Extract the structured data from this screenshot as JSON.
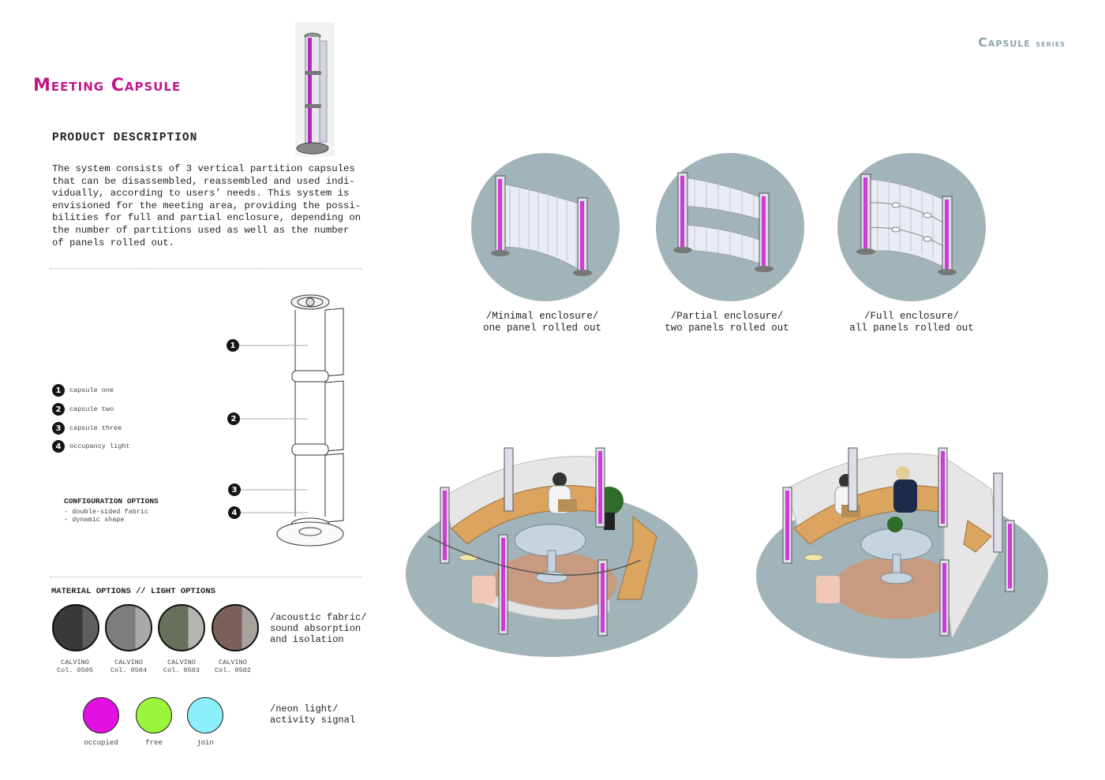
{
  "header": {
    "title": "Meeting Capsule",
    "series_main": "Capsule",
    "series_sub": "series"
  },
  "description": {
    "heading": "PRODUCT DESCRIPTION",
    "body": "The system consists of 3 vertical partition capsules\nthat can be disassembled, reassembled and used indi-\nvidually, according to users’ needs. This system is\nenvisioned for the meeting area, providing the possi-\nbilities for full and partial enclosure, depending on\nthe number of partitions used as well as the number\nof panels rolled out."
  },
  "legend": [
    {
      "num": "1",
      "label": "capsule one"
    },
    {
      "num": "2",
      "label": "capsule two"
    },
    {
      "num": "3",
      "label": "capsule three"
    },
    {
      "num": "4",
      "label": "occupancy light"
    }
  ],
  "callouts": [
    "1",
    "2",
    "3",
    "4"
  ],
  "configuration": {
    "heading": "CONFIGURATION OPTIONS",
    "items": [
      "- double-sided fabric",
      "- dynamic shape"
    ]
  },
  "materials": {
    "heading": "MATERIAL OPTIONS // LIGHT OPTIONS",
    "swatches": [
      {
        "name": "CALVINO",
        "code": "Col. 0505",
        "color": "#3a3a3a",
        "edge": "#5e5e5e"
      },
      {
        "name": "CALVINO",
        "code": "Col. 0504",
        "color": "#7d7d7d",
        "edge": "#a9a9a9"
      },
      {
        "name": "CALVINO",
        "code": "Col. 0503",
        "color": "#67705a",
        "edge": "#b6b6b0"
      },
      {
        "name": "CALVINO",
        "code": "Col. 0502",
        "color": "#7a6058",
        "edge": "#a8a29e"
      }
    ],
    "fabric_note": "/acoustic fabric/\nsound absorption\nand isolation"
  },
  "lights": {
    "options": [
      {
        "label": "occupied",
        "color": "#e310e3"
      },
      {
        "label": "free",
        "color": "#9bf53a"
      },
      {
        "label": "join",
        "color": "#8cf0fa"
      }
    ],
    "note": "/neon light/\nactivity signal"
  },
  "enclosures": [
    {
      "caption": "/Minimal enclosure/\none panel rolled out"
    },
    {
      "caption": "/Partial enclosure/\ntwo panels rolled out"
    },
    {
      "caption": "/Full enclosure/\nall panels rolled out"
    }
  ],
  "colors": {
    "accent": "#c2188a",
    "neon": "#d23ad6",
    "floor": "#a1b4b9",
    "sofa": "#dba560"
  }
}
